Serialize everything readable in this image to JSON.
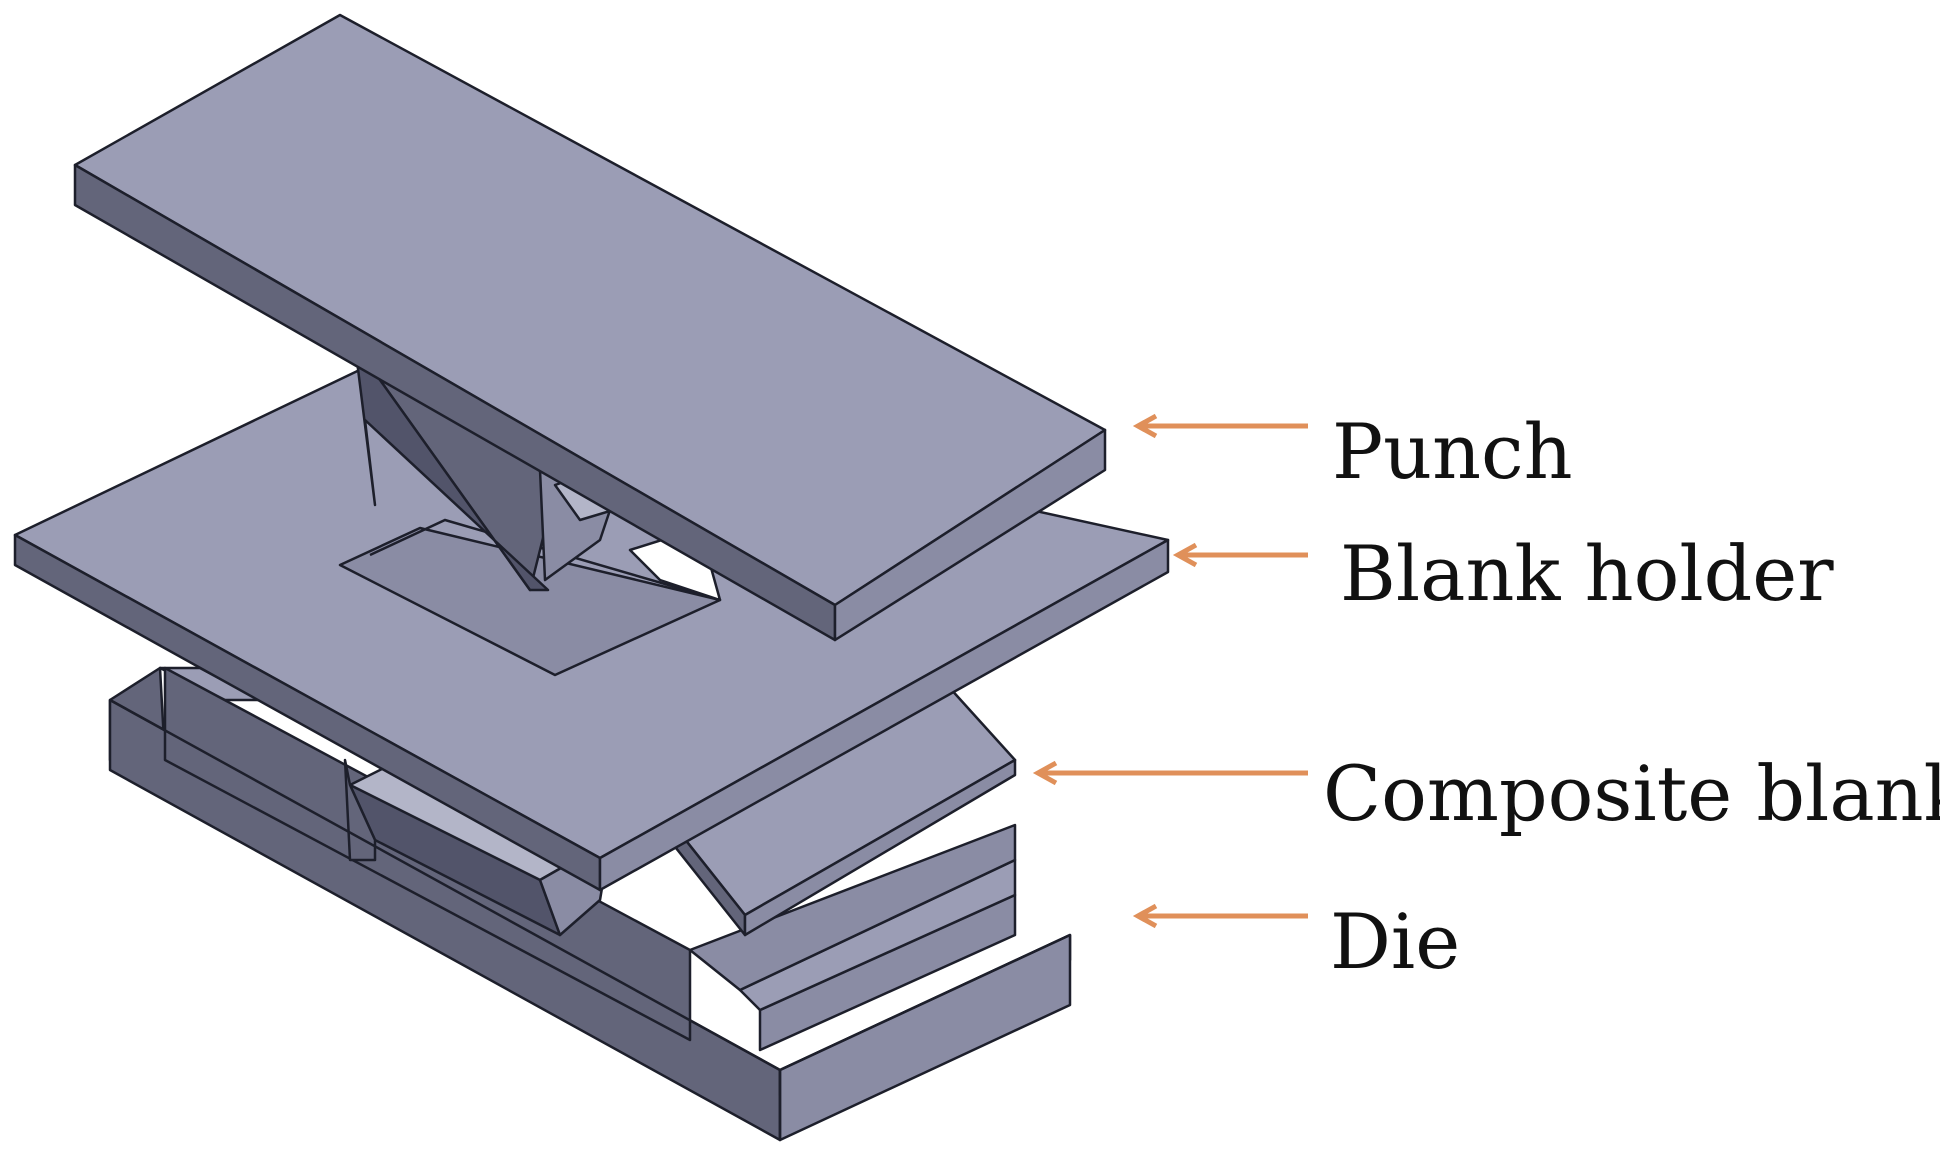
{
  "figure": {
    "labels": {
      "punch": "Punch",
      "blank_holder": "Blank holder",
      "composite_blank": "Composite blank",
      "die": "Die"
    },
    "colors": {
      "arrow": "#e0905a",
      "part_top": "#9b9db5",
      "part_front": "#63657a",
      "part_side": "#8a8ca4",
      "outline": "#1d1f2b"
    },
    "icons": {
      "punch_part": "punch-icon",
      "blank_holder_part": "blank-holder-icon",
      "composite_blank_part": "composite-blank-icon",
      "die_part": "die-icon"
    }
  }
}
